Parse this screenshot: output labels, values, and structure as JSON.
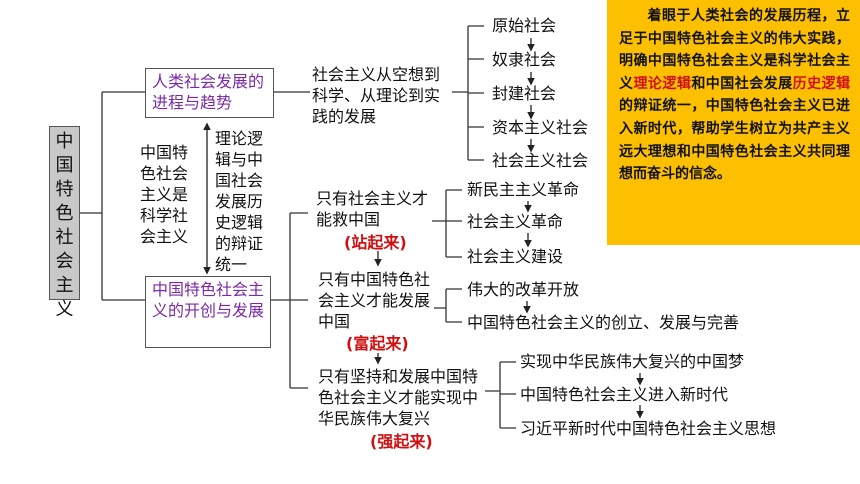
{
  "root": {
    "label": "中国特色社会主义"
  },
  "branch1": {
    "label": "人类社会发展的进程与趋势"
  },
  "branch2": {
    "label": "中国特色社会主义的开创与发展"
  },
  "middle": {
    "left_text": "中国特色社会主义是科学社会主义",
    "right_text": "理论逻辑与中国社会发展历史逻辑的辩证统一"
  },
  "socialism_dev": {
    "label": "社会主义从空想到科学、从理论到实践的发展"
  },
  "societies": [
    "原始社会",
    "奴隶社会",
    "封建社会",
    "资本主义社会",
    "社会主义社会"
  ],
  "stage1": {
    "label": "只有社会主义才能救中国",
    "tag": "(站起来)"
  },
  "stage1_items": [
    "新民主主义革命",
    "社会主义革命",
    "社会主义建设"
  ],
  "stage2": {
    "label": "只有中国特色社会主义才能发展中国",
    "tag": "(富起来)"
  },
  "stage2_items": [
    "伟大的改革开放",
    "中国特色社会主义的创立、发展与完善"
  ],
  "stage3": {
    "label": "只有坚持和发展中国特色社会主义才能实现中华民族伟大复兴",
    "tag": "(强起来)"
  },
  "stage3_items": [
    "实现中华民族伟大复兴的中国梦",
    "中国特色社会主义进入新时代",
    "习近平新时代中国特色社会主义思想"
  ],
  "note": {
    "part1": "着眼于人类社会的发展历程，立足于中国特色社会主义的伟大实践，明确中国特色社会主义是科学社会主义",
    "hl1": "理论逻辑",
    "part2": "和中国社会发展",
    "hl2": "历史逻辑",
    "part3": "的辩证统一，中国特色社会主义已进入新时代，帮助学生树立为共产主义远大理想和中国特色社会主义共同理想而奋斗的信念。"
  }
}
